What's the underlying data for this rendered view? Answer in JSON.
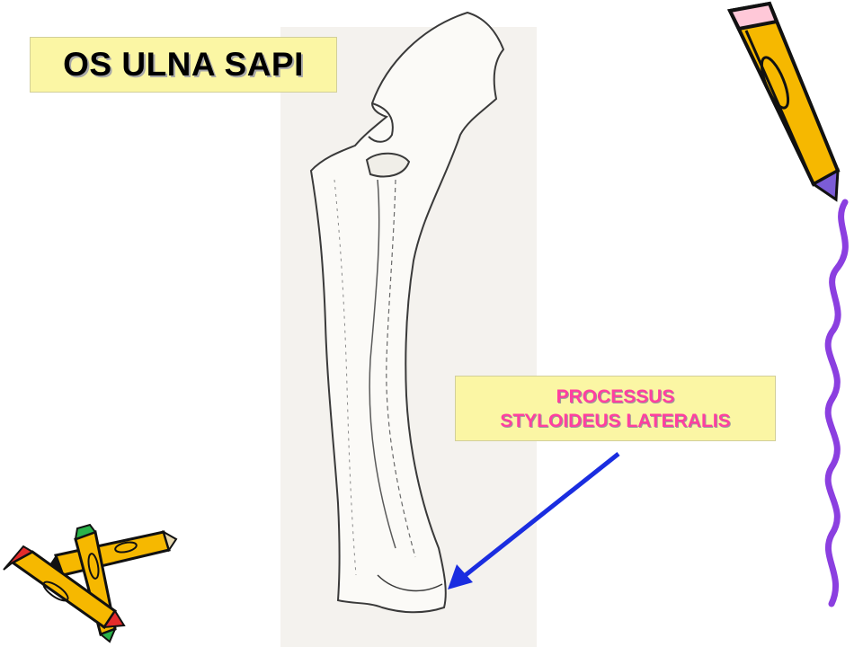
{
  "title": "OS ULNA SAPI",
  "label": {
    "line1": "PROCESSUS",
    "line2": "STYLOIDEUS LATERALIS"
  },
  "colors": {
    "box_fill": "#fbf6a4",
    "label_text": "#ff3fa0",
    "arrow": "#1a2de0",
    "squiggle": "#8b3fe0",
    "pencil_body": "#f6b800"
  },
  "icons": [
    "pencil-icon-top-right",
    "crossed-pencils-icon",
    "squiggle-line"
  ]
}
